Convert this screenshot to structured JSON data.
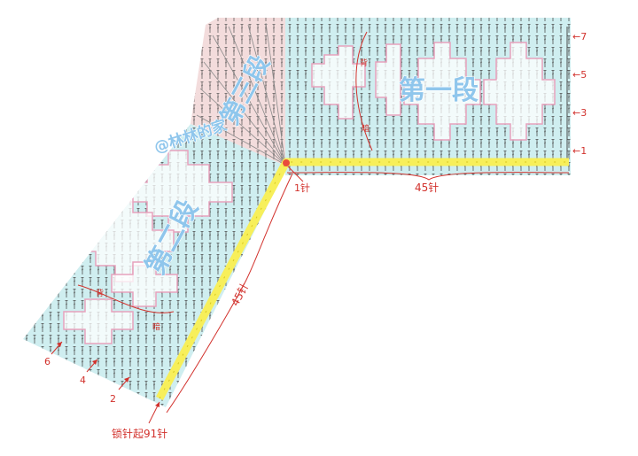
{
  "diagram": {
    "section_one_label": "第一段",
    "section_two_label": "第二段",
    "section_three_label": "第三段",
    "watermark": "@林林的家",
    "start_chain_label": "锁针起91针",
    "stitch_count_top": "45针",
    "stitch_count_diagonal": "45针",
    "corner_stitch_label": "1针",
    "row_numbers_right": [
      "7",
      "5",
      "3",
      "1"
    ],
    "row_numbers_left": [
      "6",
      "4",
      "2"
    ],
    "back_labels": [
      "背",
      "背"
    ],
    "dark_labels": [
      "暗",
      "暗"
    ],
    "colors": {
      "top_panel": "#cfeef0",
      "left_panel": "#cfeef0",
      "triangle_panel": "#f3dcdc",
      "foundation_chain": "#f7ef5a",
      "diamond_fill": "#ffffff",
      "diamond_outline": "#e7a2bd",
      "label_red": "#d2322d",
      "label_blue": "#8fc6ec",
      "stitch_ink": "#4a4a4a"
    }
  }
}
